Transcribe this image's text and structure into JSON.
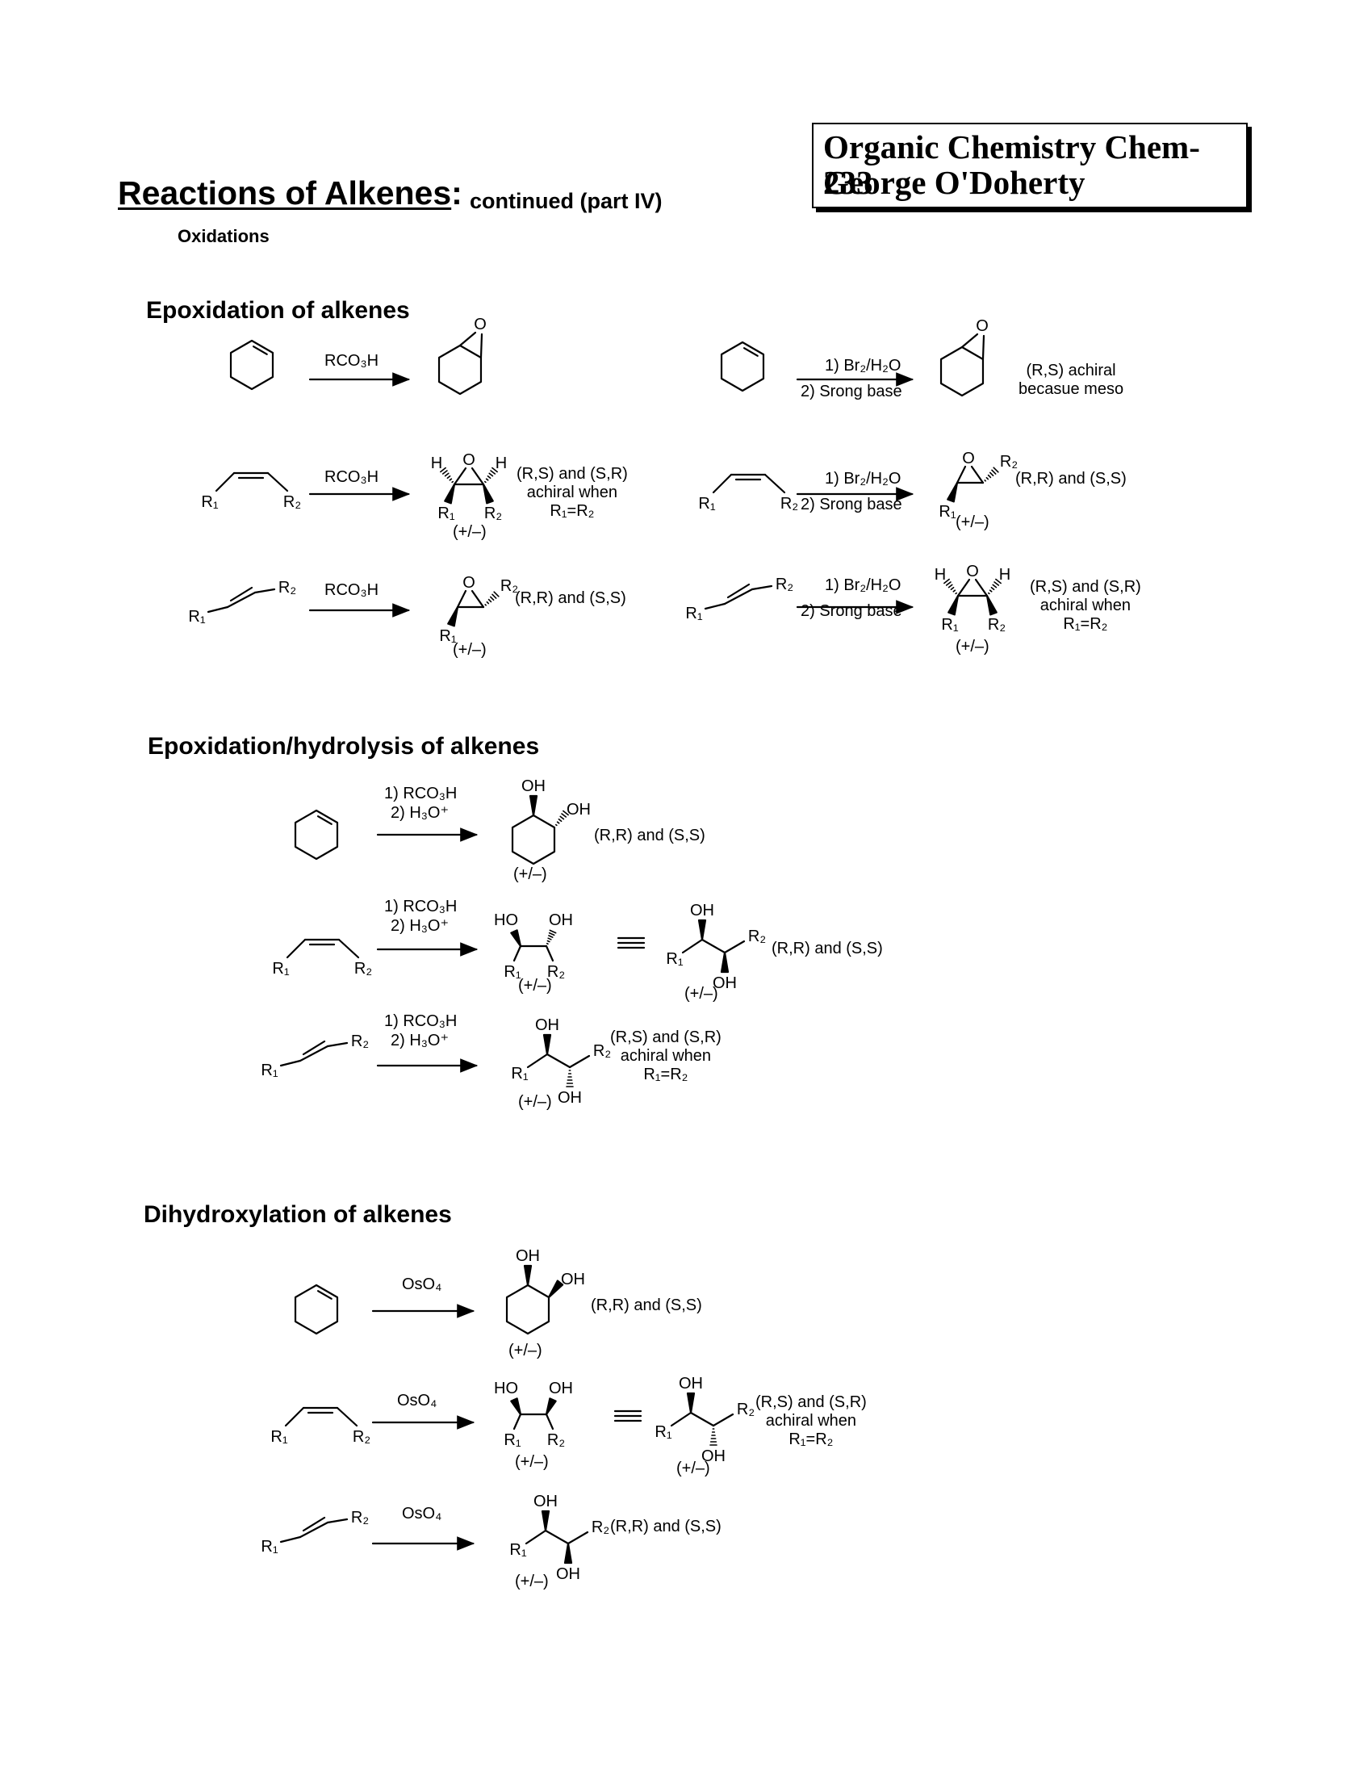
{
  "course": {
    "line1": "Organic Chemistry Chem-233",
    "line2": "George O'Doherty"
  },
  "title": {
    "main": "Reactions of Alkenes",
    "colon": ":",
    "subtitle": "continued (part IV)"
  },
  "subsection": "Oxidations",
  "sections": {
    "epoxidation": "Epoxidation of alkenes",
    "hydrolysis": "Epoxidation/hydrolysis of alkenes",
    "dihydroxylation": "Dihydroxylation of alkenes"
  },
  "reagents": {
    "peracid": "RCO₃H",
    "bromohydrin_1": "1) Br₂/H₂O",
    "bromohydrin_2": "2) Srong base",
    "step1": "1) RCO₃H",
    "step2": "2) H₃O⁺",
    "osmium": "OsO₄"
  },
  "notes": {
    "racemic": "(+/–)",
    "rr_ss": "(R,R) and (S,S)",
    "rs_sr": "(R,S) and (S,R)",
    "achiral_when": "achiral when",
    "r1_eq_r2": "R₁=R₂",
    "rs_achiral": "(R,S) achiral",
    "because_meso": "becasue meso"
  },
  "atoms": {
    "r1": "R₁",
    "r2": "R₂",
    "o": "O",
    "h": "H",
    "oh": "OH",
    "ho": "HO"
  }
}
